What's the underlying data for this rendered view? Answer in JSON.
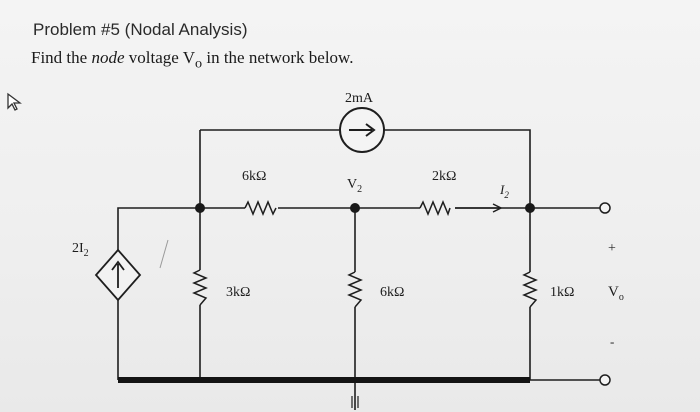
{
  "problem": {
    "title": "Problem #5 (Nodal Analysis)",
    "prompt_before": "Find the ",
    "prompt_italic": "node",
    "prompt_after": " voltage V",
    "prompt_sub": "o",
    "prompt_end": " in the network below."
  },
  "circuit": {
    "current_source_label": "2mA",
    "dependent_source_label": "2I",
    "dependent_source_sub": "2",
    "r_top_left": "6kΩ",
    "r_top_right": "2kΩ",
    "r_left_vertical": "3kΩ",
    "r_mid_vertical": "6kΩ",
    "r_right_vertical": "1kΩ",
    "node_voltage": "V",
    "node_voltage_sub": "2",
    "branch_current": "I",
    "branch_current_sub": "2",
    "output_label": "V",
    "output_sub": "o",
    "plus_sign": "+",
    "minus_sign": "-"
  }
}
